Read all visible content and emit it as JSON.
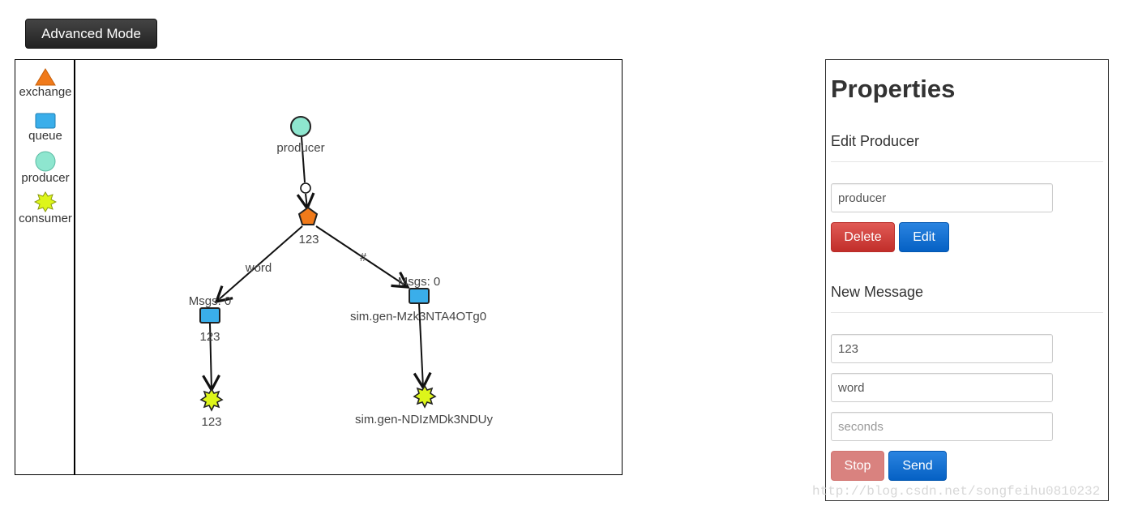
{
  "toolbar": {
    "advanced_mode_label": "Advanced Mode"
  },
  "palette": {
    "items": [
      {
        "label": "exchange",
        "icon": "triangle-icon",
        "color": "#f07a1a"
      },
      {
        "label": "queue",
        "icon": "rectangle-icon",
        "color": "#3aaeea"
      },
      {
        "label": "producer",
        "icon": "circle-icon",
        "color": "#8ee6cf"
      },
      {
        "label": "consumer",
        "icon": "star-icon",
        "color": "#ddf51a"
      }
    ]
  },
  "graph": {
    "producer_label": "producer",
    "exchange_label": "123",
    "edge_word_label": "word",
    "edge_hash_label": "#",
    "queue_left_msgs": "Msgs: 0",
    "queue_left_label": "123",
    "queue_right_msgs": "Msgs: 0",
    "queue_right_label": "sim.gen-Mzk3NTA4OTg0",
    "consumer_left_label": "123",
    "consumer_right_label": "sim.gen-NDIzMDk3NDUy",
    "colors": {
      "producer": "#8ee6cf",
      "exchange": "#f07a1a",
      "queue": "#3aaeea",
      "consumer": "#ddf51a"
    }
  },
  "properties": {
    "title": "Properties",
    "edit_producer_title": "Edit Producer",
    "producer_name_value": "producer",
    "delete_label": "Delete",
    "edit_label": "Edit",
    "new_message_title": "New Message",
    "message_value": "123",
    "routing_key_value": "word",
    "seconds_placeholder": "seconds",
    "stop_label": "Stop",
    "send_label": "Send"
  },
  "watermark": "http://blog.csdn.net/songfeihu0810232"
}
